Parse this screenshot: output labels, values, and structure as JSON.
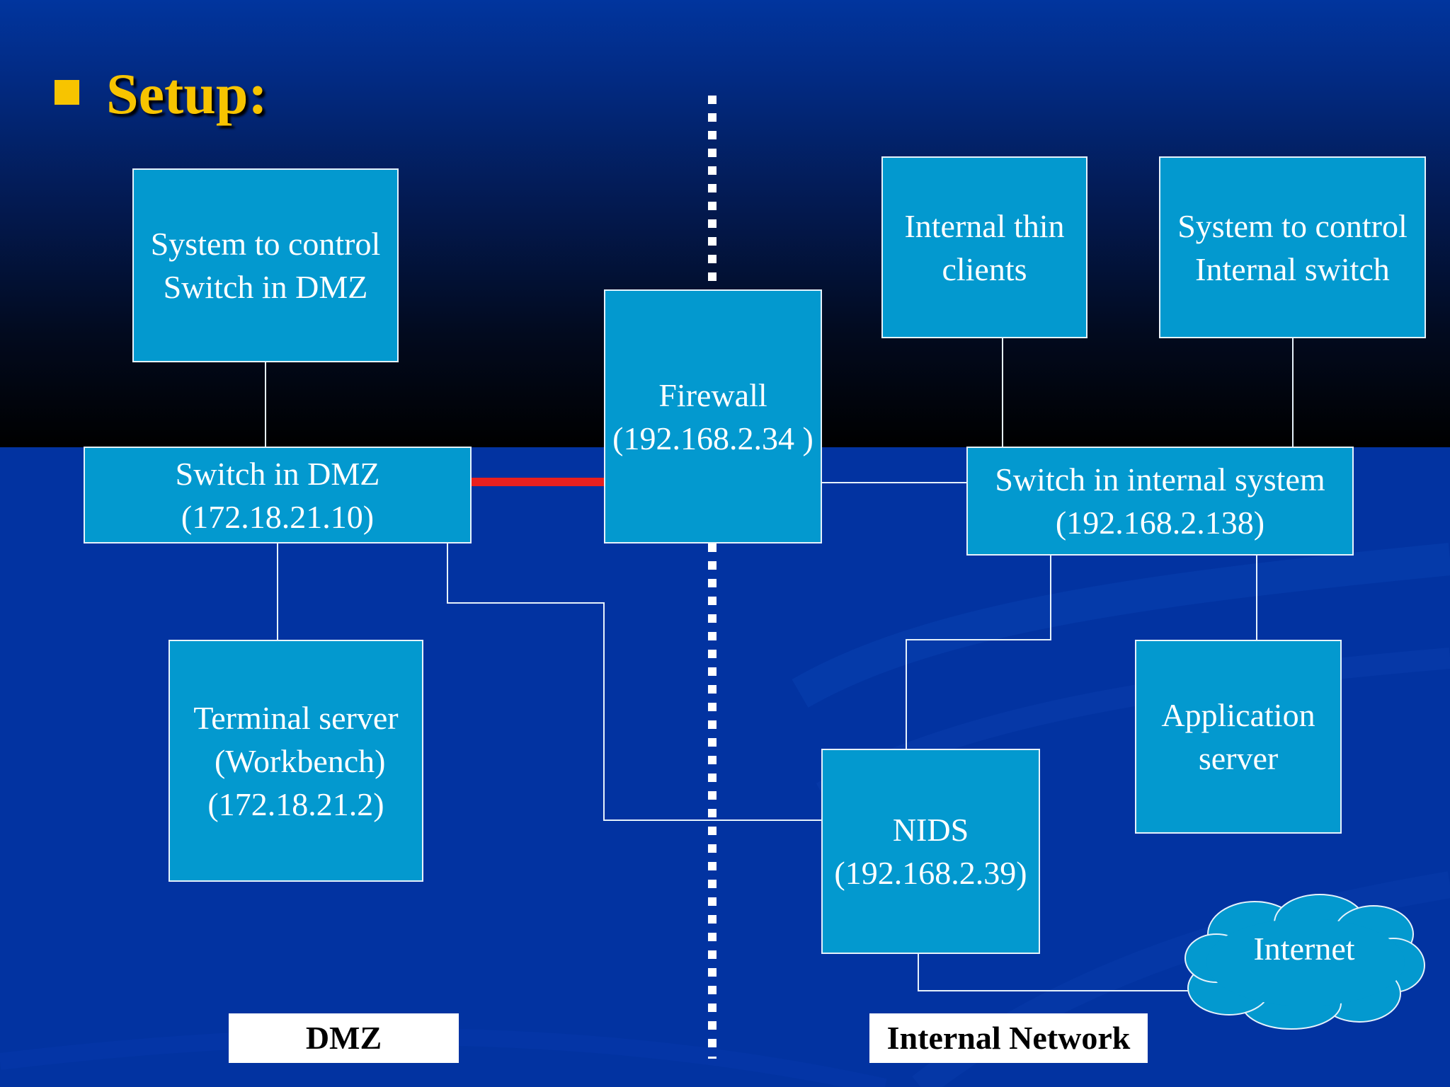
{
  "title": "Setup:",
  "colors": {
    "bullet": "#f7c400",
    "title": "#f7c400",
    "box_fill": "#0399cf",
    "box_text": "#ffffff",
    "link": "#e6f2fb",
    "secure_link": "#e8201e",
    "divider": "#ffffff",
    "background_bottom": "#0233a1"
  },
  "nodes": {
    "dmz_control": "System to control\nSwitch in DMZ",
    "dmz_switch": "Switch in DMZ\n(172.18.21.10)",
    "terminal_server": "Terminal server\n (Workbench)\n(172.18.21.2)",
    "firewall": "Firewall\n(192.168.2.34 )",
    "thin_clients": "Internal thin\nclients",
    "internal_control": "System to control\nInternal switch",
    "internal_switch": "Switch in internal system\n(192.168.2.138)",
    "app_server": "Application\nserver",
    "nids": "NIDS\n(192.168.2.39)",
    "internet": "Internet"
  },
  "zones": {
    "dmz": "DMZ",
    "internal": "Internal Network"
  }
}
